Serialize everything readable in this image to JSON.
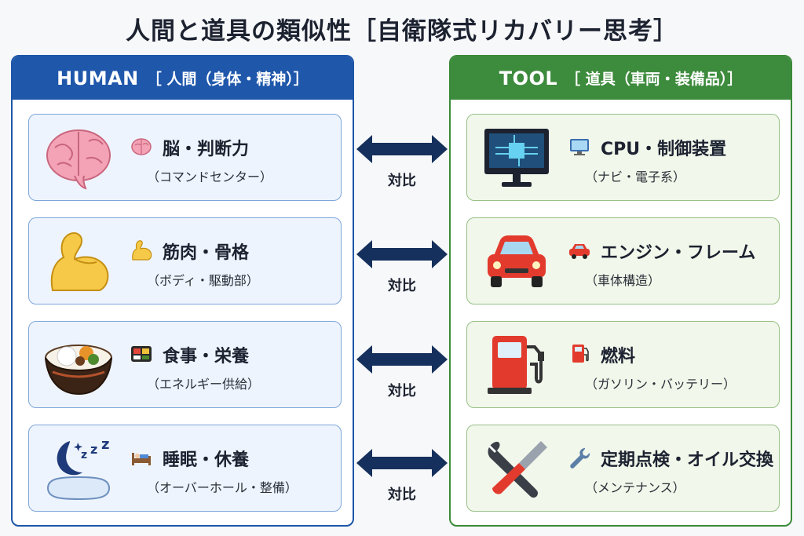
{
  "title": "人間と道具の類似性［自衛隊式リカバリー思考］",
  "human": {
    "header_en": "HUMAN",
    "header_jp": "［ 人間（身体・精神）］",
    "items": [
      {
        "title": "脳・判断力",
        "sub": "（コマンドセンター）",
        "icon": "brain-icon"
      },
      {
        "title": "筋肉・骨格",
        "sub": "（ボディ・駆動部）",
        "icon": "flexed-biceps-icon"
      },
      {
        "title": "食事・栄養",
        "sub": "（エネルギー供給）",
        "icon": "bento-box-icon"
      },
      {
        "title": "睡眠・休養",
        "sub": "（オーバーホール・整備）",
        "icon": "sleep-moon-icon"
      }
    ]
  },
  "tool": {
    "header_en": "TOOL",
    "header_jp": "［ 道具（車両・装備品）］",
    "items": [
      {
        "title": "CPU・制御装置",
        "sub": "（ナビ・電子系）",
        "icon": "computer-monitor-icon"
      },
      {
        "title": "エンジン・フレーム",
        "sub": "（車体構造）",
        "icon": "car-icon"
      },
      {
        "title": "燃料",
        "sub": "（ガソリン・バッテリー）",
        "icon": "fuel-pump-icon"
      },
      {
        "title": "定期点検・オイル交換",
        "sub": "（メンテナンス）",
        "icon": "wrench-screwdriver-icon"
      }
    ]
  },
  "compare_label": "対比",
  "colors": {
    "human_blue": "#1f57ab",
    "tool_green": "#3d8b3d",
    "arrow_navy": "#15305c"
  }
}
